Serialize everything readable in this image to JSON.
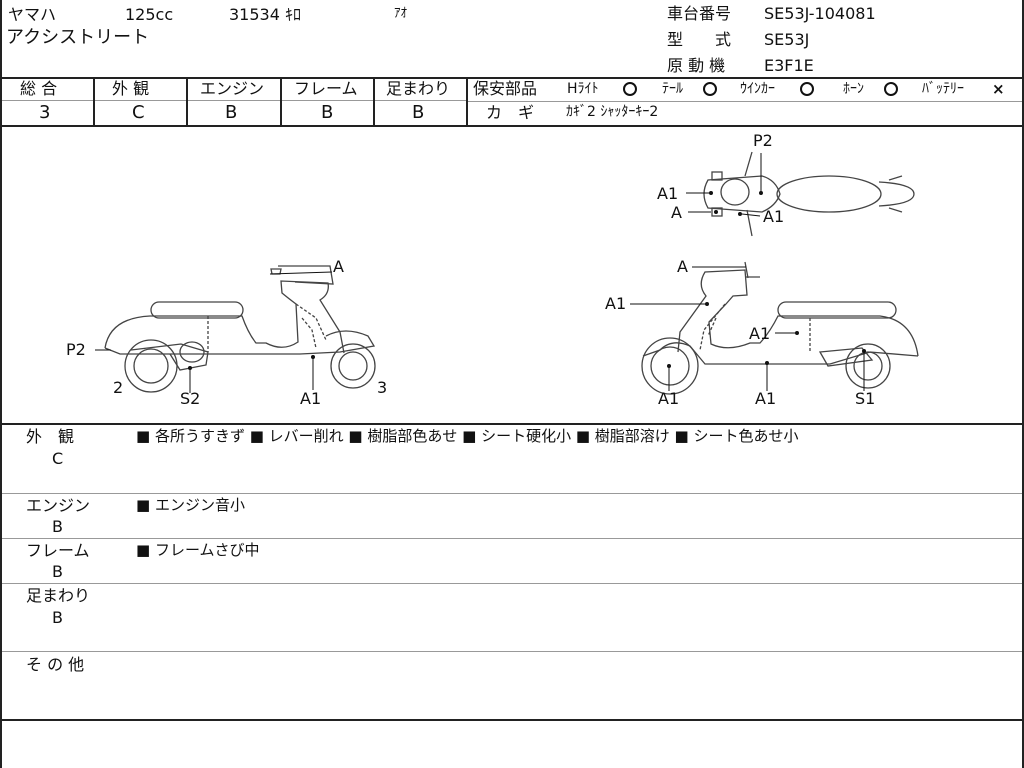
{
  "header": {
    "maker": "ヤマハ",
    "displacement": "125cc",
    "mileage": "31534 ｷﾛ",
    "color": "ｱｵ",
    "model_name": "アクシストリート",
    "frame_no_label": "車台番号",
    "frame_no": "SE53J-104081",
    "type_label": "型　　式",
    "type_value": "SE53J",
    "engine_label": "原 動 機",
    "engine_value": "E3F1E"
  },
  "ratings": {
    "headers": [
      "総 合",
      "外 観",
      "エンジン",
      "フレーム",
      "足まわり"
    ],
    "values": [
      "3",
      "C",
      "B",
      "B",
      "B"
    ]
  },
  "safety": {
    "label": "保安部品",
    "headlight": "Hﾗｲﾄ",
    "tail": "ﾃｰﾙ",
    "winker": "ｳｲﾝｶｰ",
    "horn": "ﾎｰﾝ",
    "battery": "ﾊﾞｯﾃﾘｰ",
    "battery_mark": "×",
    "key_label": "カ　ギ",
    "key_value": "ｶｷﾞ2 ｼｬｯﾀｰｷｰ2"
  },
  "diagram_labels": {
    "top": {
      "p2": "P2",
      "a1_left": "A1",
      "a": "A",
      "a1_right": "A1"
    },
    "left": {
      "a": "A",
      "p2": "P2",
      "n2": "2",
      "s2": "S2",
      "a1": "A1",
      "n3": "3"
    },
    "right": {
      "a": "A",
      "a1_top": "A1",
      "a1_mid": "A1",
      "a1_front": "A1",
      "a1_bottom": "A1",
      "s1": "S1"
    }
  },
  "remarks": [
    {
      "label": "外　観",
      "grade": "C",
      "text": "■ 各所うすきず ■ レバー削れ ■ 樹脂部色あせ ■ シート硬化小 ■ 樹脂部溶け ■ シート色あせ小"
    },
    {
      "label": "エンジン",
      "grade": "B",
      "text": "■ エンジン音小"
    },
    {
      "label": "フレーム",
      "grade": "B",
      "text": "■ フレームさび中"
    },
    {
      "label": "足まわり",
      "grade": "B",
      "text": ""
    },
    {
      "label": "そ の 他",
      "grade": "",
      "text": ""
    }
  ]
}
